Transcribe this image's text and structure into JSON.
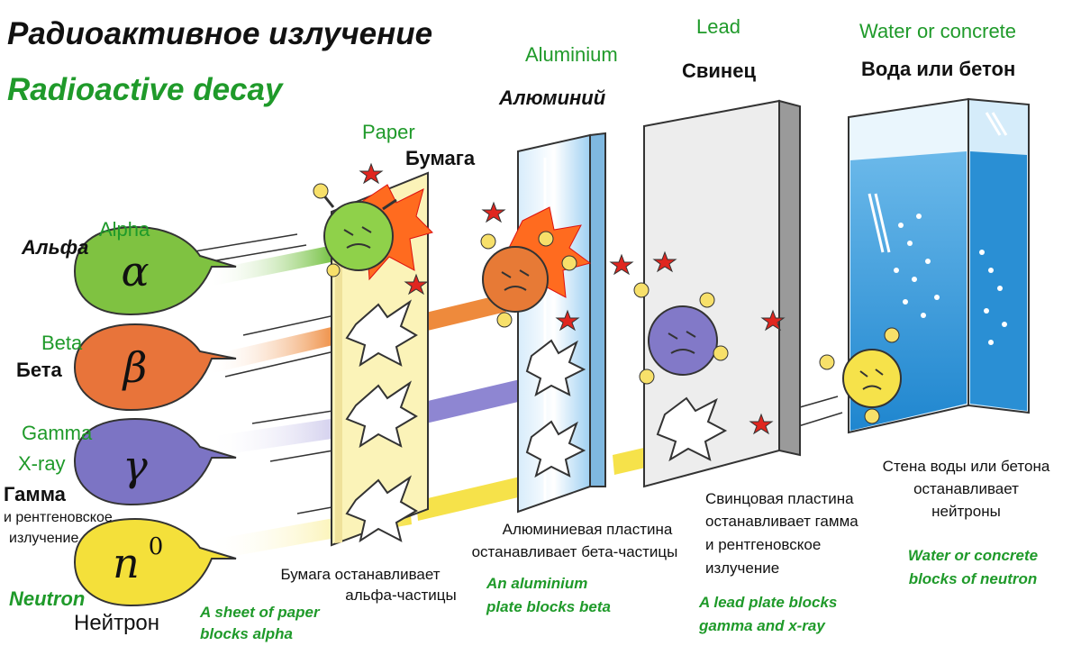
{
  "title_ru": "Радиоактивное излучение",
  "title_en": "Radioactive decay",
  "colors": {
    "alpha": "#7fc241",
    "beta": "#e8743a",
    "gamma": "#7c74c4",
    "neutron": "#f4e03a",
    "label_green": "#1f9a2a",
    "water": "#3f9fdc",
    "lead": "#d8d8d8",
    "paper": "#fbf3b8"
  },
  "particles": [
    {
      "id": "alpha",
      "name_en": "Alpha",
      "name_ru": "Альфа",
      "symbol": "α",
      "icon": "alpha-bubble"
    },
    {
      "id": "beta",
      "name_en": "Beta",
      "name_ru": "Бета",
      "symbol": "β",
      "icon": "beta-bubble"
    },
    {
      "id": "gamma",
      "name_en": "Gamma",
      "name_en_2": "X-ray",
      "name_ru": "Гамма",
      "name_ru_2": "и рентгеновское",
      "name_ru_3": "излучение",
      "symbol": "γ",
      "icon": "gamma-bubble"
    },
    {
      "id": "neutron",
      "name_en": "Neutron",
      "name_ru": "Нейтрон",
      "symbol": "n",
      "symbol_sup": "0",
      "icon": "neutron-bubble"
    }
  ],
  "barriers": [
    {
      "id": "paper",
      "name_en": "Paper",
      "name_ru": "Бумага",
      "caption_ru_1": "Бумага останавливает",
      "caption_ru_2": "альфа-частицы",
      "caption_en_1": "A sheet of paper",
      "caption_en_2": "blocks alpha"
    },
    {
      "id": "aluminium",
      "name_en": "Aluminium",
      "name_ru": "Алюминий",
      "caption_ru_1": "Алюминиевая пластина",
      "caption_ru_2": "останавливает бета-частицы",
      "caption_en_1": "An aluminium",
      "caption_en_2": "plate blocks beta"
    },
    {
      "id": "lead",
      "name_en": "Lead",
      "name_ru": "Свинец",
      "caption_ru_1": "Свинцовая пластина",
      "caption_ru_2": "останавливает гамма",
      "caption_ru_3": "и рентгеновское",
      "caption_ru_4": "излучение",
      "caption_en_1": "A lead plate blocks",
      "caption_en_2": "gamma and  x-ray"
    },
    {
      "id": "water",
      "name_en": "Water or concrete",
      "name_ru": "Вода или бетон",
      "caption_ru_1": "Стена воды или бетона",
      "caption_ru_2": "останавливает",
      "caption_ru_3": "нейтроны",
      "caption_en_1": "Water or concrete",
      "caption_en_2": "blocks of neutron"
    }
  ]
}
